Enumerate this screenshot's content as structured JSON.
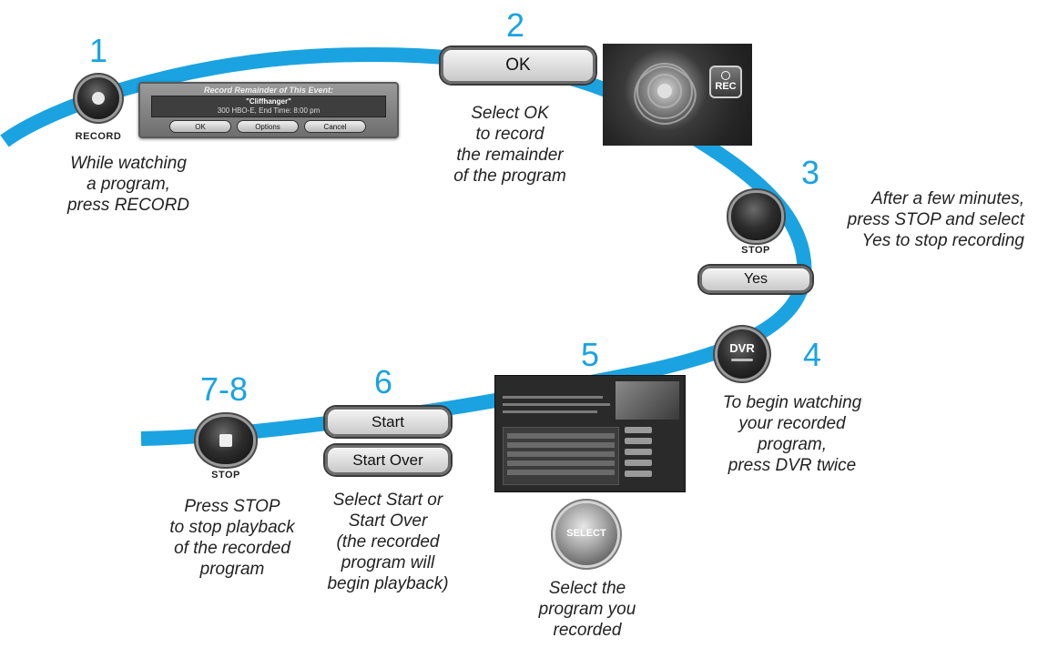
{
  "steps": {
    "s1": {
      "num": "1",
      "button": "RECORD",
      "caption": [
        "While watching",
        "a program,",
        "press RECORD"
      ]
    },
    "s2": {
      "num": "2",
      "button": "OK",
      "caption": [
        "Select OK",
        "to record",
        "the remainder",
        "of the program"
      ]
    },
    "s3": {
      "num": "3",
      "button": "STOP",
      "option": "Yes",
      "caption": [
        "After a few minutes,",
        "press STOP and select",
        "Yes to stop recording"
      ]
    },
    "s4": {
      "num": "4",
      "button": "DVR",
      "caption": [
        "To begin watching",
        "your recorded",
        "program,",
        "press DVR twice"
      ]
    },
    "s5": {
      "num": "5",
      "button": "SELECT",
      "caption": [
        "Select the",
        "program you",
        "recorded"
      ]
    },
    "s6": {
      "num": "6",
      "options": [
        "Start",
        "Start Over"
      ],
      "caption": [
        "Select Start or",
        "Start Over",
        "(the recorded",
        "program will",
        "begin playback)"
      ]
    },
    "s78": {
      "num": "7-8",
      "button": "STOP",
      "caption": [
        "Press STOP",
        "to stop playback",
        "of the recorded",
        "program"
      ]
    }
  },
  "dialog": {
    "title": "Record Remainder of This Event:",
    "program": "\"Cliffhanger\"",
    "details": "300 HBO-E, End Time: 8:00 pm",
    "buttons": [
      "OK",
      "Options",
      "Cancel"
    ]
  },
  "rec_badge": "REC",
  "colors": {
    "ribbon": "#1aa3e0",
    "step_number": "#1aa3e0"
  }
}
